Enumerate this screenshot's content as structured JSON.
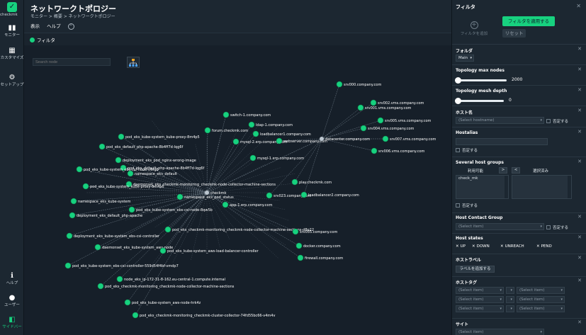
{
  "nav": {
    "logo_text": "checkmk",
    "items": [
      {
        "label": "モニター",
        "icon": "monitor-icon"
      },
      {
        "label": "カスタマイズ",
        "icon": "customize-icon"
      },
      {
        "label": "セットアップ",
        "icon": "setup-icon"
      },
      {
        "label": "ヘルプ",
        "icon": "help-icon"
      },
      {
        "label": "ユーザー",
        "icon": "user-icon"
      },
      {
        "label": "サイドバー",
        "icon": "sidebar-icon"
      }
    ]
  },
  "header": {
    "title": "ネットワークトポロジー",
    "breadcrumb": "モニター > 概要 > ネットワークトポロジー",
    "menu": [
      "表示",
      "ヘルプ"
    ]
  },
  "filter_button": "フィルタ",
  "canvas": {
    "search_placeholder": "Search node",
    "hub_a": "checkmk",
    "hub_b": "datacenter.company.com",
    "nodes_a": [
      "pod_eks_kube-system_kube-proxy-8m4p5",
      "pod_eks_default_php-apache-8b4ff7d-lqg6f",
      "deployment_eks_pod_nginx-wrong-image",
      "pod_eks_default_php-apache-8b4ff7d-lqg6f",
      "pod_eks_kube-system_ebs-csi-node-vwlg6",
      "namespace_eks_default",
      "daemonset_eks_checkmk-monitoring_checkmk-node-collector-machine-sections",
      "pod_eks_kube-system_kube-proxy-8m4p5",
      "namespace_eks_kube-system",
      "pod_eks_kube-system_ebs-csi-node-8qw5b",
      "deployment_eks_default_php-apache",
      "pod_eks_checkmk-monitoring_checkmk-node-collector-machine-sections-d8p22",
      "deployment_eks_kube-system_ebs-csi-controller",
      "daemonset_eks_kube-system_aws-node",
      "pod_eks_kube-system_ebs-csi-controller-559d54f4bf-vmdp7",
      "pod_eks_kube-system_aws-load-balancer-controller",
      "pod_eks_checkmk-monitoring_checkmk-node-collector-machine-sections",
      "node_eks_ip-172-31-8-162.eu-central-1.compute.internal",
      "pod_eks_kube-system_aws-node-hrk4z",
      "pod_eks_checkmk-monitoring_checkmk-cluster-collector-74fd55bc66-v4m4v",
      "namespace_eks_pod_status",
      "app-1.erp.company.com",
      "mysql-1.erp.company.com",
      "mysql-2.erp.company.com",
      "forum.checkmk.com",
      "switch-1.company.com",
      "ldap-1.company.com",
      "loadbalancer1.company.com",
      "docker.company.com",
      "srv035.company.com",
      "firewall.company.com"
    ],
    "nodes_b": [
      "srv000.company.com",
      "srv001.vms.company.com",
      "srv002.vms.company.com",
      "srv004.vms.company.com",
      "srv005.vms.company.com",
      "srv006.vms.company.com",
      "srv007.vms.company.com",
      "webserver.company.com",
      "srv023.company.com",
      "loadbalancer2.company.com",
      "play.checkmk.com"
    ]
  },
  "panel": {
    "title": "フィルタ",
    "add_filter": "フィルタを追加",
    "apply": "フィルタを適用する",
    "reset": "リセット",
    "folder": {
      "label": "フォルダ",
      "value": "Main"
    },
    "max_nodes": {
      "label": "Topology max nodes",
      "value": "2000",
      "fill": 0.55
    },
    "mesh_depth": {
      "label": "Topology mesh depth",
      "value": "0",
      "fill": 0.52
    },
    "host_name": {
      "label": "ホスト名",
      "placeholder": "(Select hostname)",
      "negate": "否定する"
    },
    "hostalias": {
      "label": "Hostalias",
      "negate": "否定する"
    },
    "host_groups": {
      "label": "Several host groups",
      "available": "利用可能",
      "selected": "選択済み",
      "add": ">",
      "remove": "<",
      "items": [
        "check_mk"
      ],
      "negate": "否定する"
    },
    "contact_group": {
      "label": "Host Contact Group",
      "placeholder": "(Select item)",
      "negate": "否定する"
    },
    "host_states": {
      "label": "Host states",
      "states": [
        "UP",
        "DOWN",
        "UNREACH",
        "PEND"
      ]
    },
    "host_labels": {
      "label": "ホストラベル",
      "add": "ラベルを追加する"
    },
    "host_tags": {
      "label": "ホストタグ",
      "placeholder": "(Select item)"
    },
    "site": {
      "label": "サイト",
      "placeholder": "(Select item)"
    }
  }
}
